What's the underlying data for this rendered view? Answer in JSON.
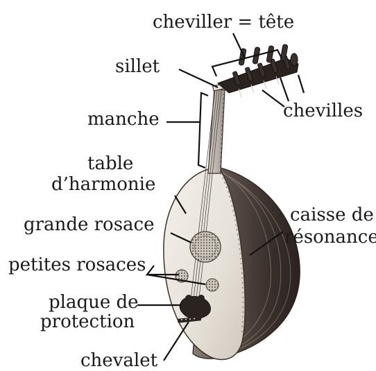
{
  "labels": {
    "cheviller": "cheviller = tête",
    "sillet": "sillet",
    "chevilles": "chevilles",
    "manche": "manche",
    "table_line1": "table",
    "table_line2": "d’harmonie",
    "grande_rosace": "grande rosace",
    "caisse_line1": "caisse de",
    "caisse_line2": "résonance",
    "petites_rosaces": "petites rosaces",
    "plaque_line1": "plaque de",
    "plaque_line2": "protection",
    "chevalet": "chevalet"
  },
  "colors": {
    "text": "#1a1a1a",
    "line": "#111111",
    "soundboard": "#ece8e1",
    "bowl_dark": "#3a302c",
    "bowl_mid": "#6e625b",
    "wood": "#2b2320"
  }
}
